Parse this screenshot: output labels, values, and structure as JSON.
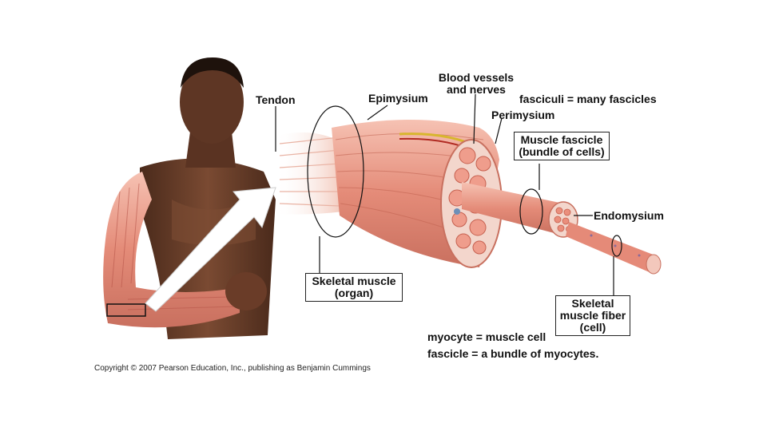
{
  "labels": {
    "tendon": "Tendon",
    "epimysium": "Epimysium",
    "blood_vessels_1": "Blood vessels",
    "blood_vessels_2": "and nerves",
    "fasciculi": "fasciculi = many fascicles",
    "perimysium": "Perimysium",
    "muscle_fascicle_1": "Muscle fascicle",
    "muscle_fascicle_2": "(bundle of cells)",
    "endomysium": "Endomysium",
    "skeletal_muscle_1": "Skeletal muscle",
    "skeletal_muscle_2": "(organ)",
    "muscle_fiber_1": "Skeletal",
    "muscle_fiber_2": "muscle fiber",
    "muscle_fiber_3": "(cell)",
    "myocyte": "myocyte = muscle cell",
    "fascicle": "fascicle = a bundle of myocytes."
  },
  "copyright": "Copyright © 2007 Pearson Education, Inc., publishing as Benjamin Cummings",
  "colors": {
    "muscle": "#e58a78",
    "muscle_light": "#f4b8a8",
    "muscle_dark": "#c2604f",
    "skin": "#6b3f2a",
    "skin_dark": "#3f2418"
  }
}
